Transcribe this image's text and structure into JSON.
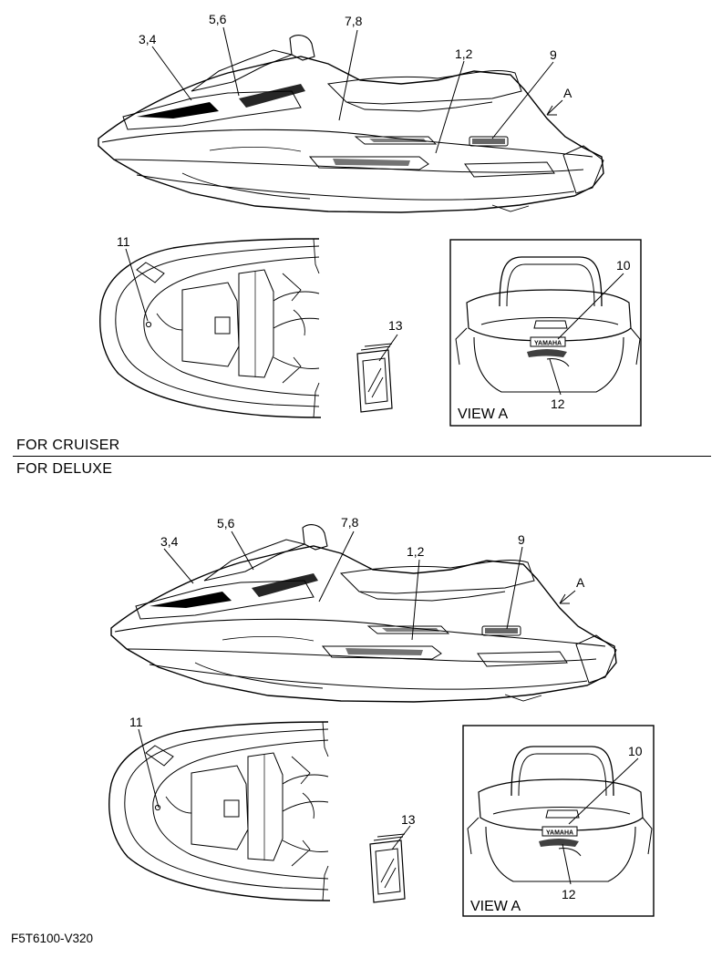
{
  "sections": {
    "cruiser_label": "FOR CRUISER",
    "deluxe_label": "FOR DELUXE"
  },
  "callouts": {
    "c12": "1,2",
    "c34": "3,4",
    "c56": "5,6",
    "c78": "7,8",
    "c9": "9",
    "c10": "10",
    "c11": "11",
    "c12b": "12",
    "c13": "13",
    "viewA": "A"
  },
  "view_box_label": "VIEW A",
  "decal_text": "YAMAHA",
  "footer_code": "F5T6100-V320"
}
